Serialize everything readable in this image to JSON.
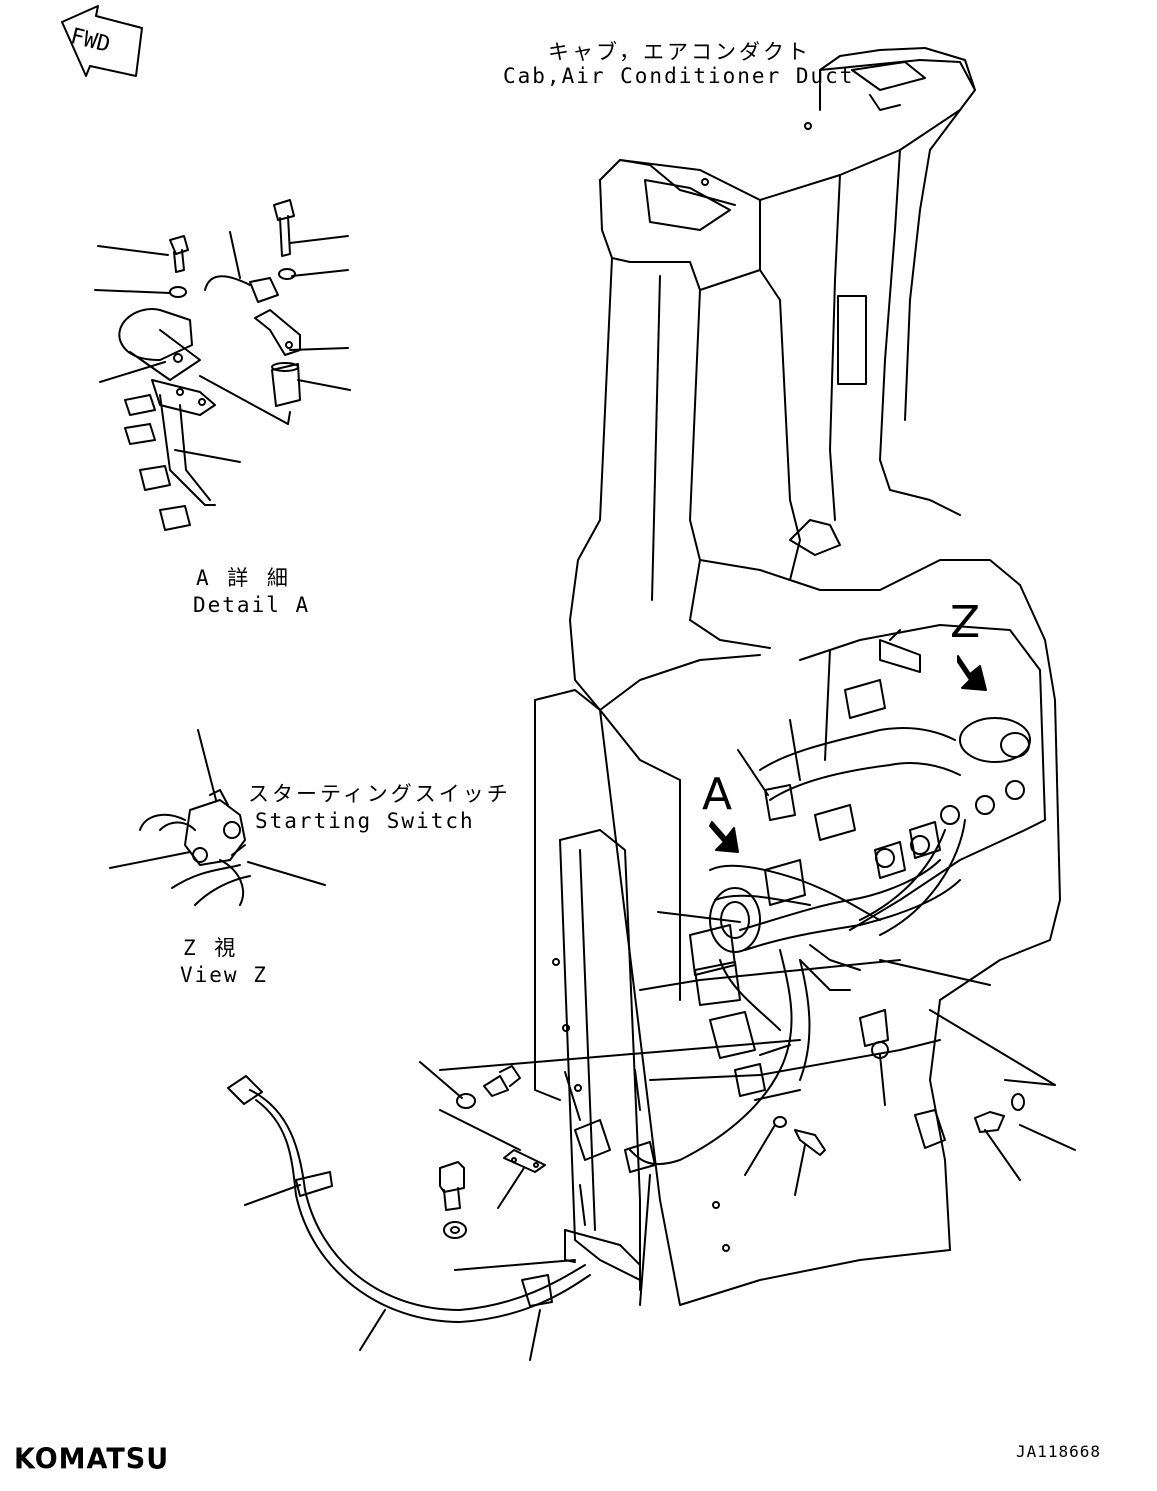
{
  "diagram": {
    "fwd_label": "FWD",
    "duct_label_jp": "キャブ，エアコンダクト",
    "duct_label_en": "Cab,Air Conditioner Duct",
    "detail_a_jp": "A 詳 細",
    "detail_a_en": "Detail A",
    "starting_switch_jp": "スターティングスイッチ",
    "starting_switch_en": "Starting Switch",
    "view_z_jp": "Z 視",
    "view_z_en": "View Z",
    "callout_a": "A",
    "callout_z": "Z",
    "brand": "KOMATSU",
    "drawing_number": "JA118668"
  }
}
